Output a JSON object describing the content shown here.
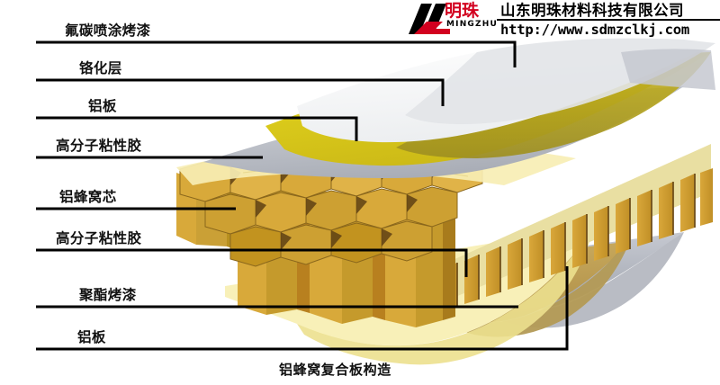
{
  "brand": {
    "logo_mark": "ML",
    "logo_cn": "明珠",
    "logo_romanized": "MINGZHU",
    "company_cn": "山东明珠材料科技有限公司",
    "url": "http://www.sdmzclkj.com"
  },
  "diagram": {
    "caption": "铝蜂窝复合板构造",
    "labels": [
      {
        "id": "fluorocarbon-coating",
        "text": "氟碳喷涂烤漆"
      },
      {
        "id": "chromate-layer",
        "text": "铬化层"
      },
      {
        "id": "aluminium-sheet-top",
        "text": "铝板"
      },
      {
        "id": "polymer-adhesive-top",
        "text": "高分子粘性胶"
      },
      {
        "id": "aluminium-honeycomb-core",
        "text": "铝蜂窝芯"
      },
      {
        "id": "polymer-adhesive-bottom",
        "text": "高分子粘性胶"
      },
      {
        "id": "polyester-coating",
        "text": "聚酯烤漆"
      },
      {
        "id": "aluminium-sheet-bottom",
        "text": "铝板"
      }
    ],
    "colors": {
      "fluorocarbon_white": "#f4f4f2",
      "chromate_yellow": "#e3cf16",
      "chromate_yellow_dark": "#b3a020",
      "aluminium_gray": "#c9ccd3",
      "aluminium_gray_dark": "#a9adb6",
      "adhesive_pale": "#f6edb0",
      "honeycomb_light": "#e8c963",
      "honeycomb_mid": "#d8a93a",
      "honeycomb_dark": "#b8801f",
      "honeycomb_shadow": "#6b4a18",
      "polyester_tan": "#c3a454",
      "leader_line": "#000000"
    }
  }
}
